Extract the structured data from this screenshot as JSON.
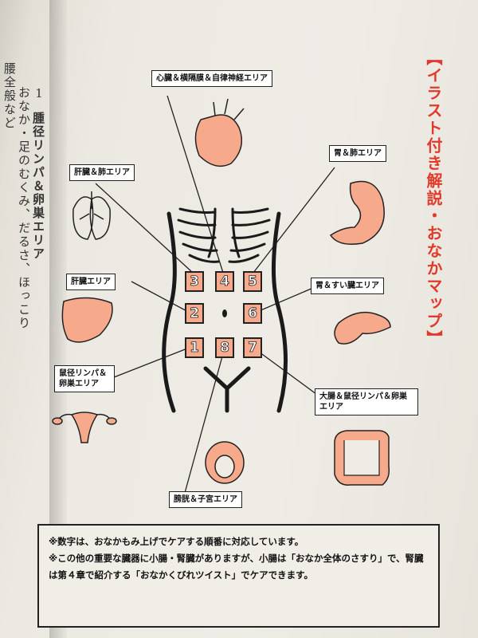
{
  "left_page": {
    "chapter_number": "1",
    "column1": "腫径リンパ＆卵巣エリア",
    "column2": "おなか・足のむくみ、だるさ、ほっこり",
    "column3": "腰全般など"
  },
  "title": "【イラスト付き解説・おなかマップ】",
  "labels": {
    "heart": "心臓＆横隔膜＆自律神経エリア",
    "lung": "肝臓＆肺エリア",
    "stomach": "胃＆肺エリア",
    "liver": "肝臓エリア",
    "pancreas": "胃＆すい臓エリア",
    "ovary": "鼠径リンパ＆卵巣エリア",
    "colon": "大腸＆鼠径リンパ＆卵巣エリア",
    "bladder": "膀胱＆子宮エリア"
  },
  "numbers": [
    "3",
    "4",
    "5",
    "2",
    "6",
    "1",
    "8",
    "7"
  ],
  "notes": [
    "※数字は、おなかもみ上げでケアする順番に対応しています。",
    "※この他の重要な臓器に小腸・腎臓がありますが、小腸は「おなか全体のさすり」で、腎臓は第４章で紹介する「おなかくびれツイスト」でケアできます。"
  ],
  "colors": {
    "accent": "#e23a2a",
    "organ": "#f7a98c"
  }
}
